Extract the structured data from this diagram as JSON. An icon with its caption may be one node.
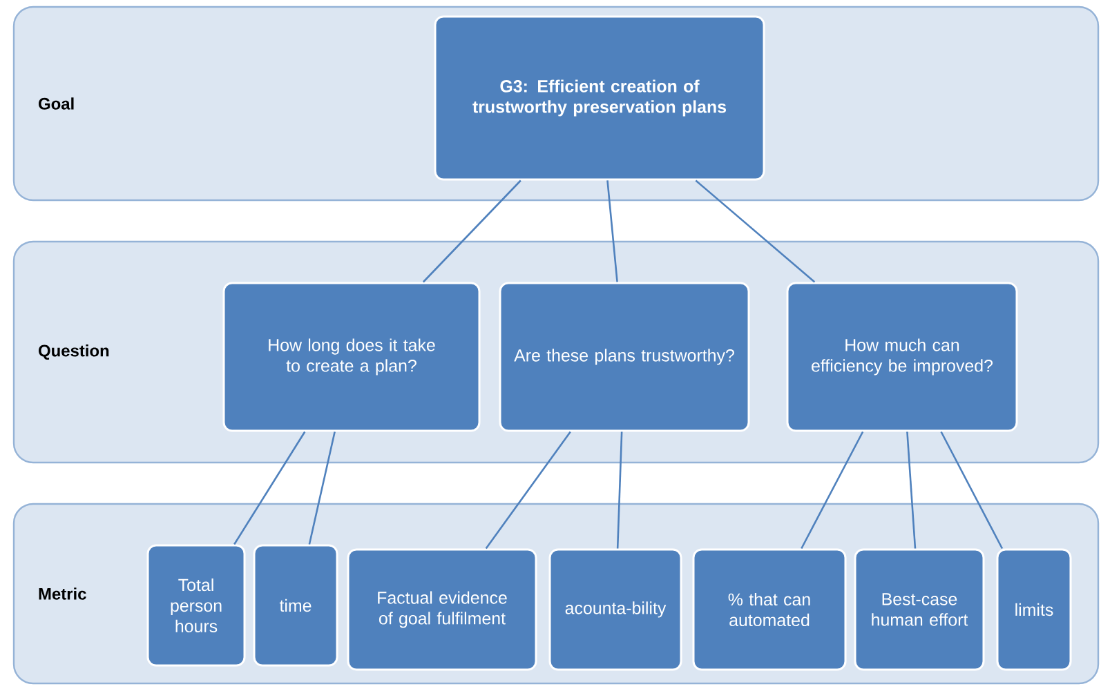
{
  "diagram": {
    "nodes": [
      {
        "text": [
          "Goal"
        ]
      },
      {
        "text": [
          "G3: Efficient creation of trustworthy preservation plans"
        ],
        "in": 0
      },
      {
        "text": [
          "Question"
        ]
      },
      {
        "text": [
          "How long does it take to create a plan?"
        ],
        "in": 2
      },
      {
        "text": [
          "Are these plans trustworthy?"
        ],
        "in": 2
      },
      {
        "text": [
          "How much can efficiency be improved?"
        ],
        "in": 2
      },
      {
        "text": [
          "Metric"
        ]
      },
      {
        "text": [
          "Total person hours"
        ],
        "in": 6
      },
      {
        "text": [
          "time"
        ],
        "in": 6
      },
      {
        "text": [
          "Factual evidence of goal fulfilment"
        ],
        "in": 6
      },
      {
        "text": [
          "acounta-bility"
        ],
        "in": 6
      },
      {
        "text": [
          "% that can automated"
        ],
        "in": 6
      },
      {
        "text": [
          "Best-case human effort"
        ],
        "in": 6
      },
      {
        "text": [
          "limits"
        ],
        "in": 6
      }
    ],
    "edges": [
      {
        "from": 1,
        "to": 3,
        "arrow": "none"
      },
      {
        "from": 1,
        "to": 4,
        "arrow": "none"
      },
      {
        "from": 1,
        "to": 5,
        "arrow": "none"
      },
      {
        "from": 3,
        "to": 7,
        "arrow": "none"
      },
      {
        "from": 3,
        "to": 8,
        "arrow": "none"
      },
      {
        "from": 4,
        "to": 9,
        "arrow": "none"
      },
      {
        "from": 4,
        "to": 10,
        "arrow": "none"
      },
      {
        "from": 5,
        "to": 11,
        "arrow": "none"
      },
      {
        "from": 5,
        "to": 12,
        "arrow": "none"
      },
      {
        "from": 5,
        "to": 13,
        "arrow": "none"
      }
    ]
  }
}
